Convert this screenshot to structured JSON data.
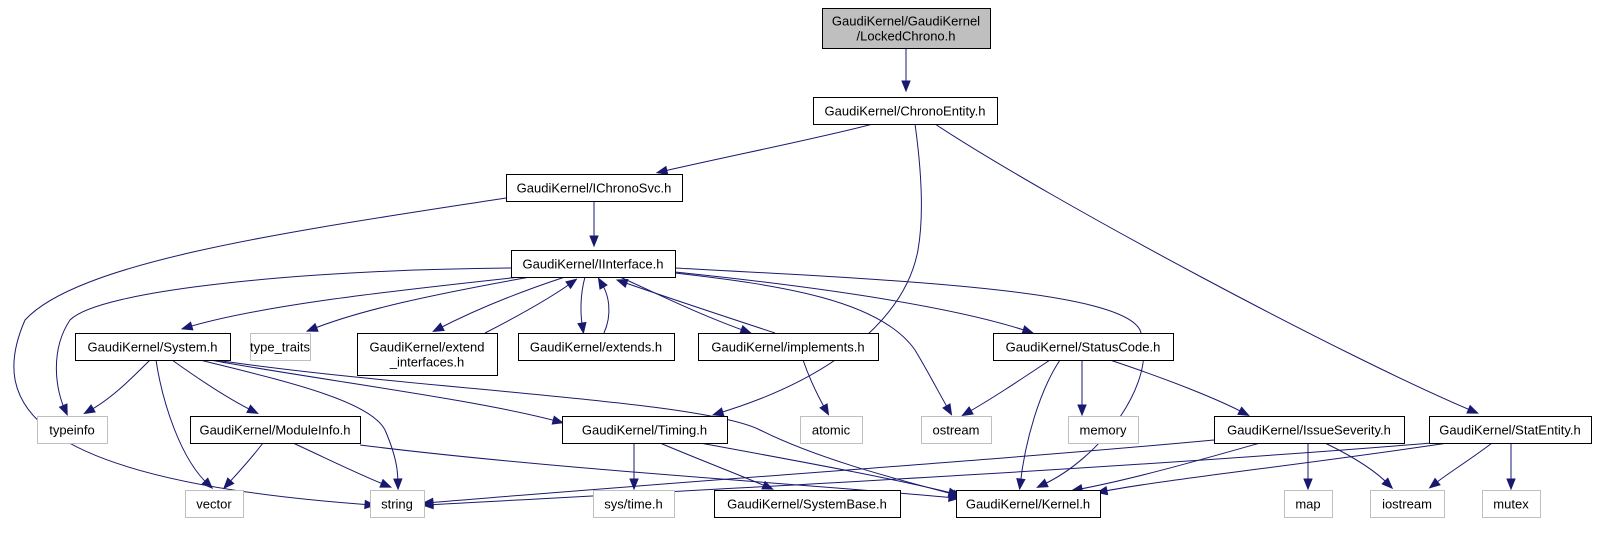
{
  "diagram": {
    "title": "GaudiKernel/GaudiKernel/LockedChrono.h include dependency graph",
    "colors": {
      "edge": "#191970",
      "root_fill": "#bfbfbf",
      "local_border": "#000000",
      "system_border": "#bfbfbf"
    },
    "nodes": [
      {
        "id": "locked",
        "kind": "root",
        "lines": [
          "GaudiKernel/GaudiKernel",
          "/LockedChrono.h"
        ]
      },
      {
        "id": "chrono",
        "kind": "local",
        "lines": [
          "GaudiKernel/ChronoEntity.h"
        ]
      },
      {
        "id": "ichrono",
        "kind": "local",
        "lines": [
          "GaudiKernel/IChronoSvc.h"
        ]
      },
      {
        "id": "iinterface",
        "kind": "local",
        "lines": [
          "GaudiKernel/IInterface.h"
        ]
      },
      {
        "id": "system",
        "kind": "local",
        "lines": [
          "GaudiKernel/System.h"
        ]
      },
      {
        "id": "type_traits",
        "kind": "system",
        "lines": [
          "type_traits"
        ]
      },
      {
        "id": "extend_if",
        "kind": "local",
        "lines": [
          "GaudiKernel/extend",
          "_interfaces.h"
        ]
      },
      {
        "id": "extends",
        "kind": "local",
        "lines": [
          "GaudiKernel/extends.h"
        ]
      },
      {
        "id": "implements",
        "kind": "local",
        "lines": [
          "GaudiKernel/implements.h"
        ]
      },
      {
        "id": "statuscode",
        "kind": "local",
        "lines": [
          "GaudiKernel/StatusCode.h"
        ]
      },
      {
        "id": "typeinfo",
        "kind": "system",
        "lines": [
          "typeinfo"
        ]
      },
      {
        "id": "moduleinfo",
        "kind": "local",
        "lines": [
          "GaudiKernel/ModuleInfo.h"
        ]
      },
      {
        "id": "timing",
        "kind": "local",
        "lines": [
          "GaudiKernel/Timing.h"
        ]
      },
      {
        "id": "atomic",
        "kind": "system",
        "lines": [
          "atomic"
        ]
      },
      {
        "id": "ostream",
        "kind": "system",
        "lines": [
          "ostream"
        ]
      },
      {
        "id": "memory",
        "kind": "system",
        "lines": [
          "memory"
        ]
      },
      {
        "id": "issueseverity",
        "kind": "local",
        "lines": [
          "GaudiKernel/IssueSeverity.h"
        ]
      },
      {
        "id": "statentity",
        "kind": "local",
        "lines": [
          "GaudiKernel/StatEntity.h"
        ]
      },
      {
        "id": "vector",
        "kind": "system",
        "lines": [
          "vector"
        ]
      },
      {
        "id": "string",
        "kind": "system",
        "lines": [
          "string"
        ]
      },
      {
        "id": "systime",
        "kind": "system",
        "lines": [
          "sys/time.h"
        ]
      },
      {
        "id": "systembase",
        "kind": "local",
        "lines": [
          "GaudiKernel/SystemBase.h"
        ]
      },
      {
        "id": "kernel",
        "kind": "local",
        "lines": [
          "GaudiKernel/Kernel.h"
        ]
      },
      {
        "id": "map",
        "kind": "system",
        "lines": [
          "map"
        ]
      },
      {
        "id": "iostream",
        "kind": "system",
        "lines": [
          "iostream"
        ]
      },
      {
        "id": "mutex",
        "kind": "system",
        "lines": [
          "mutex"
        ]
      }
    ],
    "edges": [
      [
        "locked",
        "chrono"
      ],
      [
        "chrono",
        "ichrono"
      ],
      [
        "chrono",
        "timing"
      ],
      [
        "chrono",
        "statentity"
      ],
      [
        "ichrono",
        "iinterface"
      ],
      [
        "ichrono",
        "string"
      ],
      [
        "iinterface",
        "system"
      ],
      [
        "iinterface",
        "type_traits"
      ],
      [
        "iinterface",
        "extend_if"
      ],
      [
        "iinterface",
        "extends"
      ],
      [
        "iinterface",
        "implements"
      ],
      [
        "iinterface",
        "statuscode"
      ],
      [
        "iinterface",
        "typeinfo"
      ],
      [
        "iinterface",
        "ostream"
      ],
      [
        "iinterface",
        "kernel"
      ],
      [
        "extend_if",
        "iinterface"
      ],
      [
        "extends",
        "iinterface"
      ],
      [
        "implements",
        "iinterface"
      ],
      [
        "implements",
        "atomic"
      ],
      [
        "system",
        "typeinfo"
      ],
      [
        "system",
        "vector"
      ],
      [
        "system",
        "moduleinfo"
      ],
      [
        "system",
        "string"
      ],
      [
        "system",
        "timing"
      ],
      [
        "system",
        "kernel"
      ],
      [
        "moduleinfo",
        "vector"
      ],
      [
        "moduleinfo",
        "string"
      ],
      [
        "moduleinfo",
        "kernel"
      ],
      [
        "timing",
        "systime"
      ],
      [
        "timing",
        "systembase"
      ],
      [
        "timing",
        "kernel"
      ],
      [
        "statuscode",
        "ostream"
      ],
      [
        "statuscode",
        "memory"
      ],
      [
        "statuscode",
        "kernel"
      ],
      [
        "statuscode",
        "issueseverity"
      ],
      [
        "issueseverity",
        "string"
      ],
      [
        "issueseverity",
        "kernel"
      ],
      [
        "issueseverity",
        "map"
      ],
      [
        "issueseverity",
        "iostream"
      ],
      [
        "statentity",
        "string"
      ],
      [
        "statentity",
        "kernel"
      ],
      [
        "statentity",
        "iostream"
      ],
      [
        "statentity",
        "mutex"
      ]
    ]
  }
}
